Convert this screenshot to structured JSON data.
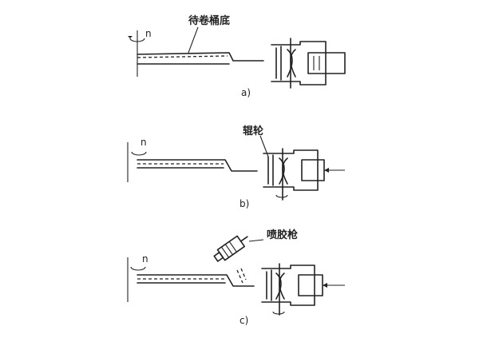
{
  "panels": [
    {
      "id": "a",
      "caption": "a)",
      "callout": "待卷桶底",
      "rotation_label": "n"
    },
    {
      "id": "b",
      "caption": "b)",
      "callout": "辊轮",
      "rotation_label": "n"
    },
    {
      "id": "c",
      "caption": "c)",
      "callout": "喷胶枪",
      "rotation_label": "n"
    }
  ]
}
